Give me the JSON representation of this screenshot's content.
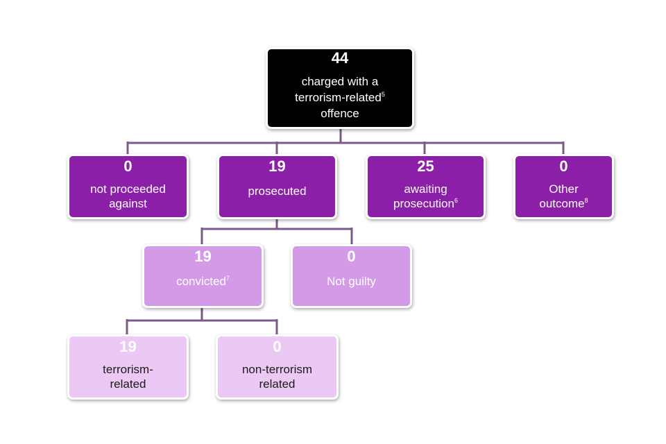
{
  "colors": {
    "root": "#000000",
    "level1": "#8c1fa8",
    "level2": "#d39ae8",
    "level3": "#ecc8f4",
    "connector": "#7b5a8a"
  },
  "root": {
    "value": "44",
    "label_line1": "charged with a",
    "label_line2": "terrorism-related",
    "label_note": "5",
    "label_line3": "offence"
  },
  "outcomes": {
    "not_proceeded": {
      "value": "0",
      "label_line1": "not proceeded",
      "label_line2": "against"
    },
    "prosecuted": {
      "value": "19",
      "label": "prosecuted"
    },
    "awaiting": {
      "value": "25",
      "label_line1": "awaiting",
      "label_line2": "prosecution",
      "label_note": "6"
    },
    "other": {
      "value": "0",
      "label_line1": "Other",
      "label_line2": "outcome",
      "label_note": "8"
    }
  },
  "prosecution": {
    "convicted": {
      "value": "19",
      "label": "convicted",
      "label_note": "7"
    },
    "not_guilty": {
      "value": "0",
      "label": "Not guilty"
    }
  },
  "conviction_type": {
    "terrorism_related": {
      "value": "19",
      "label_line1": "terrorism-",
      "label_line2": "related"
    },
    "non_terrorism": {
      "value": "0",
      "label_line1": "non-terrorism",
      "label_line2": "related"
    }
  }
}
